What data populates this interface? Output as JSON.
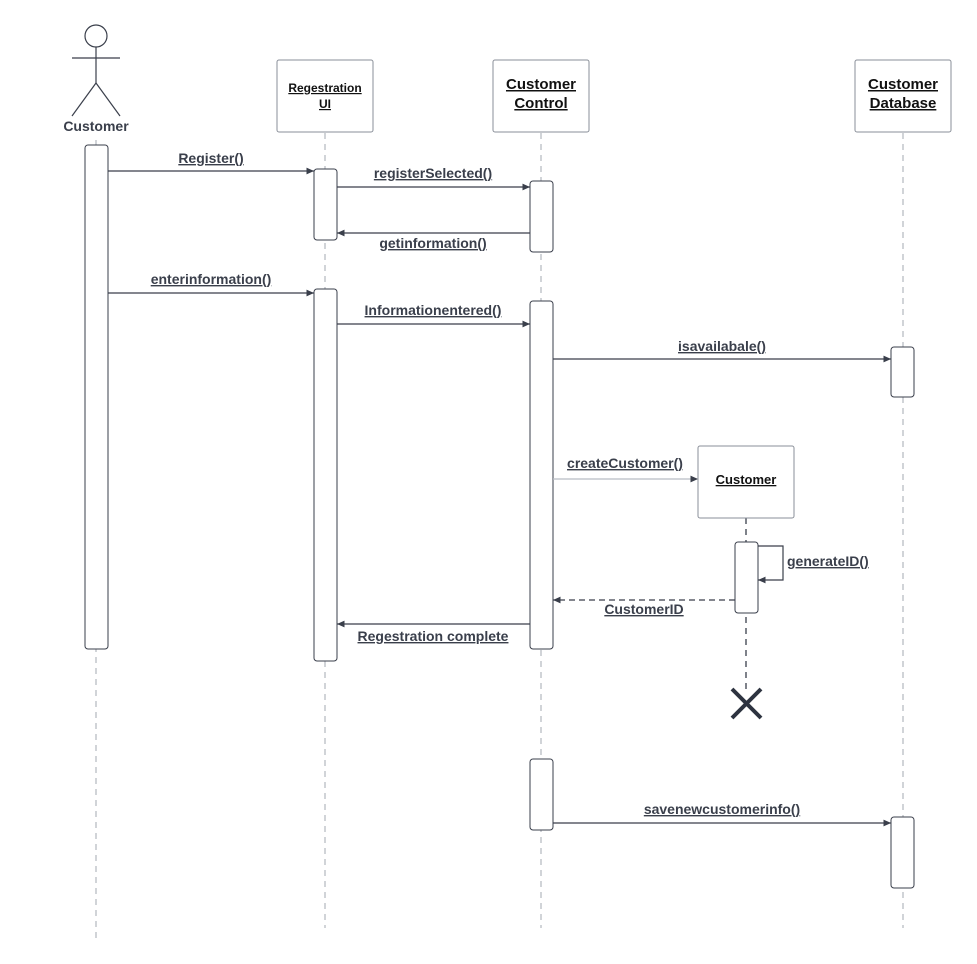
{
  "participants": {
    "customer_actor": "Customer",
    "registration_ui": [
      "Regestration",
      "UI"
    ],
    "customer_control": [
      "Customer",
      "Control"
    ],
    "customer_database": [
      "Customer",
      "Database"
    ],
    "customer_object": "Customer"
  },
  "messages": {
    "register": "Register()",
    "register_selected": "registerSelected()",
    "get_information": "getinformation()",
    "enter_information": "enterinformation()",
    "information_entered": "Informationentered()",
    "is_available": "isavailabale()",
    "create_customer": "createCustomer()",
    "generate_id": "generateID()",
    "customer_id": "CustomerID",
    "registration_complete": "Regestration complete",
    "save_new_customer_info": "savenewcustomerinfo()"
  },
  "colors": {
    "line": "#3a3f4b",
    "box_border": "#8a8f99",
    "lifeline": "#b8bcc4",
    "destroy": "#2d3340"
  }
}
